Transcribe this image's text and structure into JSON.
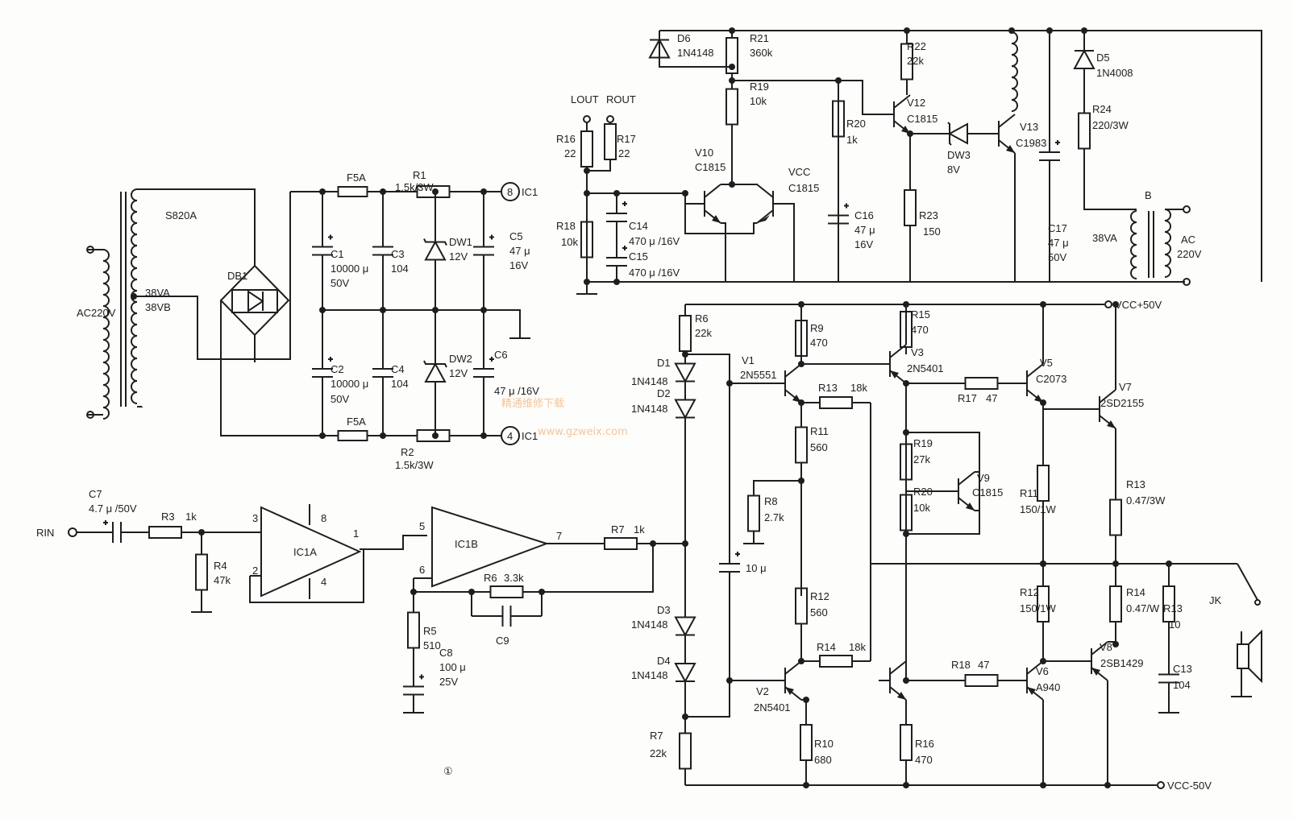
{
  "figure_number": "①",
  "watermark": {
    "cn": "精通维修下载",
    "url": "www.gzweix.com"
  },
  "power_supply": {
    "mains": "AC220V",
    "transformer": "S820A",
    "tap_a": "38VA",
    "tap_b": "38VB",
    "bridge": "DB1",
    "fuse1": "F5A",
    "fuse2": "F5A",
    "r1": [
      "R1",
      "1.5k/3W"
    ],
    "r2": [
      "R2",
      "1.5k/3W"
    ],
    "c1": [
      "C1",
      "10000 μ",
      "50V"
    ],
    "c2": [
      "C2",
      "10000 μ",
      "50V"
    ],
    "c3": [
      "C3",
      "104"
    ],
    "c4": [
      "C4",
      "104"
    ],
    "dw1": [
      "DW1",
      "12V"
    ],
    "dw2": [
      "DW2",
      "12V"
    ],
    "c5": [
      "C5",
      "47 μ",
      "16V"
    ],
    "c6": [
      "C6",
      "47 μ /16V"
    ],
    "pin8": "8",
    "pin4": "4",
    "ic1": "IC1"
  },
  "preamp": {
    "rin": "RIN",
    "c7": [
      "C7",
      "4.7 μ /50V"
    ],
    "r3": [
      "R3",
      "1k"
    ],
    "r4": [
      "R4",
      "47k"
    ],
    "ic1a": "IC1A",
    "ic1b": "IC1B",
    "pins": {
      "p3": "3",
      "p2": "2",
      "p8": "8",
      "p4": "4",
      "p1": "1",
      "p5": "5",
      "p6": "6",
      "p7": "7"
    },
    "r7": [
      "R7",
      "1k"
    ],
    "r6": [
      "R6",
      "3.3k"
    ],
    "c9": "C9",
    "r5": [
      "R5",
      "510"
    ],
    "c8": [
      "C8",
      "100 μ",
      "25V"
    ]
  },
  "protection": {
    "lout": "LOUT",
    "rout": "ROUT",
    "r16": [
      "R16",
      "22"
    ],
    "r17": [
      "R17",
      "22"
    ],
    "r18": [
      "R18",
      "10k"
    ],
    "c14": [
      "C14",
      "470 μ /16V"
    ],
    "c15": [
      "C15",
      "470 μ /16V"
    ],
    "v10": [
      "V10",
      "C1815"
    ],
    "vcc": [
      "VCC",
      "C1815"
    ],
    "d6": [
      "D6",
      "1N4148"
    ],
    "r21": [
      "R21",
      "360k"
    ],
    "r19": [
      "R19",
      "10k"
    ],
    "r20": [
      "R20",
      "1k"
    ],
    "c16": [
      "C16",
      "47 μ",
      "16V"
    ],
    "r22": [
      "R22",
      "22k"
    ],
    "v12": [
      "V12",
      "C1815"
    ],
    "r23": [
      "R23",
      "150"
    ],
    "dw3": [
      "DW3",
      "8V"
    ],
    "v13": [
      "V13",
      "C1983"
    ],
    "d5": [
      "D5",
      "1N4008"
    ],
    "r24": [
      "R24",
      "220/3W"
    ],
    "c17": [
      "C17",
      "47 μ",
      "50V"
    ],
    "b": "B",
    "b_va": "38VA",
    "b_ac": [
      "AC",
      "220V"
    ]
  },
  "power_amp": {
    "vcc_pos": "VCC+50V",
    "vcc_neg": "VCC-50V",
    "r6": [
      "R6",
      "22k"
    ],
    "d1": [
      "D1",
      "1N4148"
    ],
    "d2": [
      "D2",
      "1N4148"
    ],
    "d3": [
      "D3",
      "1N4148"
    ],
    "d4": [
      "D4",
      "1N4148"
    ],
    "r7": [
      "R7",
      "22k"
    ],
    "c10": "10 μ",
    "v1": [
      "V1",
      "2N5551"
    ],
    "v2": [
      "V2",
      "2N5401"
    ],
    "v3": [
      "V3",
      "2N5401"
    ],
    "r9": [
      "R9",
      "470"
    ],
    "r15": [
      "R15",
      "470"
    ],
    "r13a": [
      "R13",
      "18k"
    ],
    "r14a": [
      "R14",
      "18k"
    ],
    "r11a": [
      "R11",
      "560"
    ],
    "r8": [
      "R8",
      "2.7k"
    ],
    "r12a": [
      "R12",
      "560"
    ],
    "r10": [
      "R10",
      "680"
    ],
    "r16": [
      "R16",
      "470"
    ],
    "r19": [
      "R19",
      "27k"
    ],
    "r20": [
      "R20",
      "10k"
    ],
    "v9": [
      "V9",
      "C1815"
    ],
    "r17": [
      "R17",
      "47"
    ],
    "r18": [
      "R18",
      "47"
    ],
    "v5": [
      "V5",
      "C2073"
    ],
    "v6": [
      "V6",
      "A940"
    ],
    "v7": [
      "V7",
      "2SD2155"
    ],
    "v8": [
      "V8",
      "2SB1429"
    ],
    "r11b": [
      "R11",
      "150/1W"
    ],
    "r12b": [
      "R12",
      "150/1W"
    ],
    "r13b": [
      "R13",
      "0.47/3W"
    ],
    "r14b": [
      "R14",
      "0.47/W"
    ],
    "r13c": [
      "R13",
      "10"
    ],
    "c13": [
      "C13",
      "104"
    ],
    "jk": "JK"
  }
}
